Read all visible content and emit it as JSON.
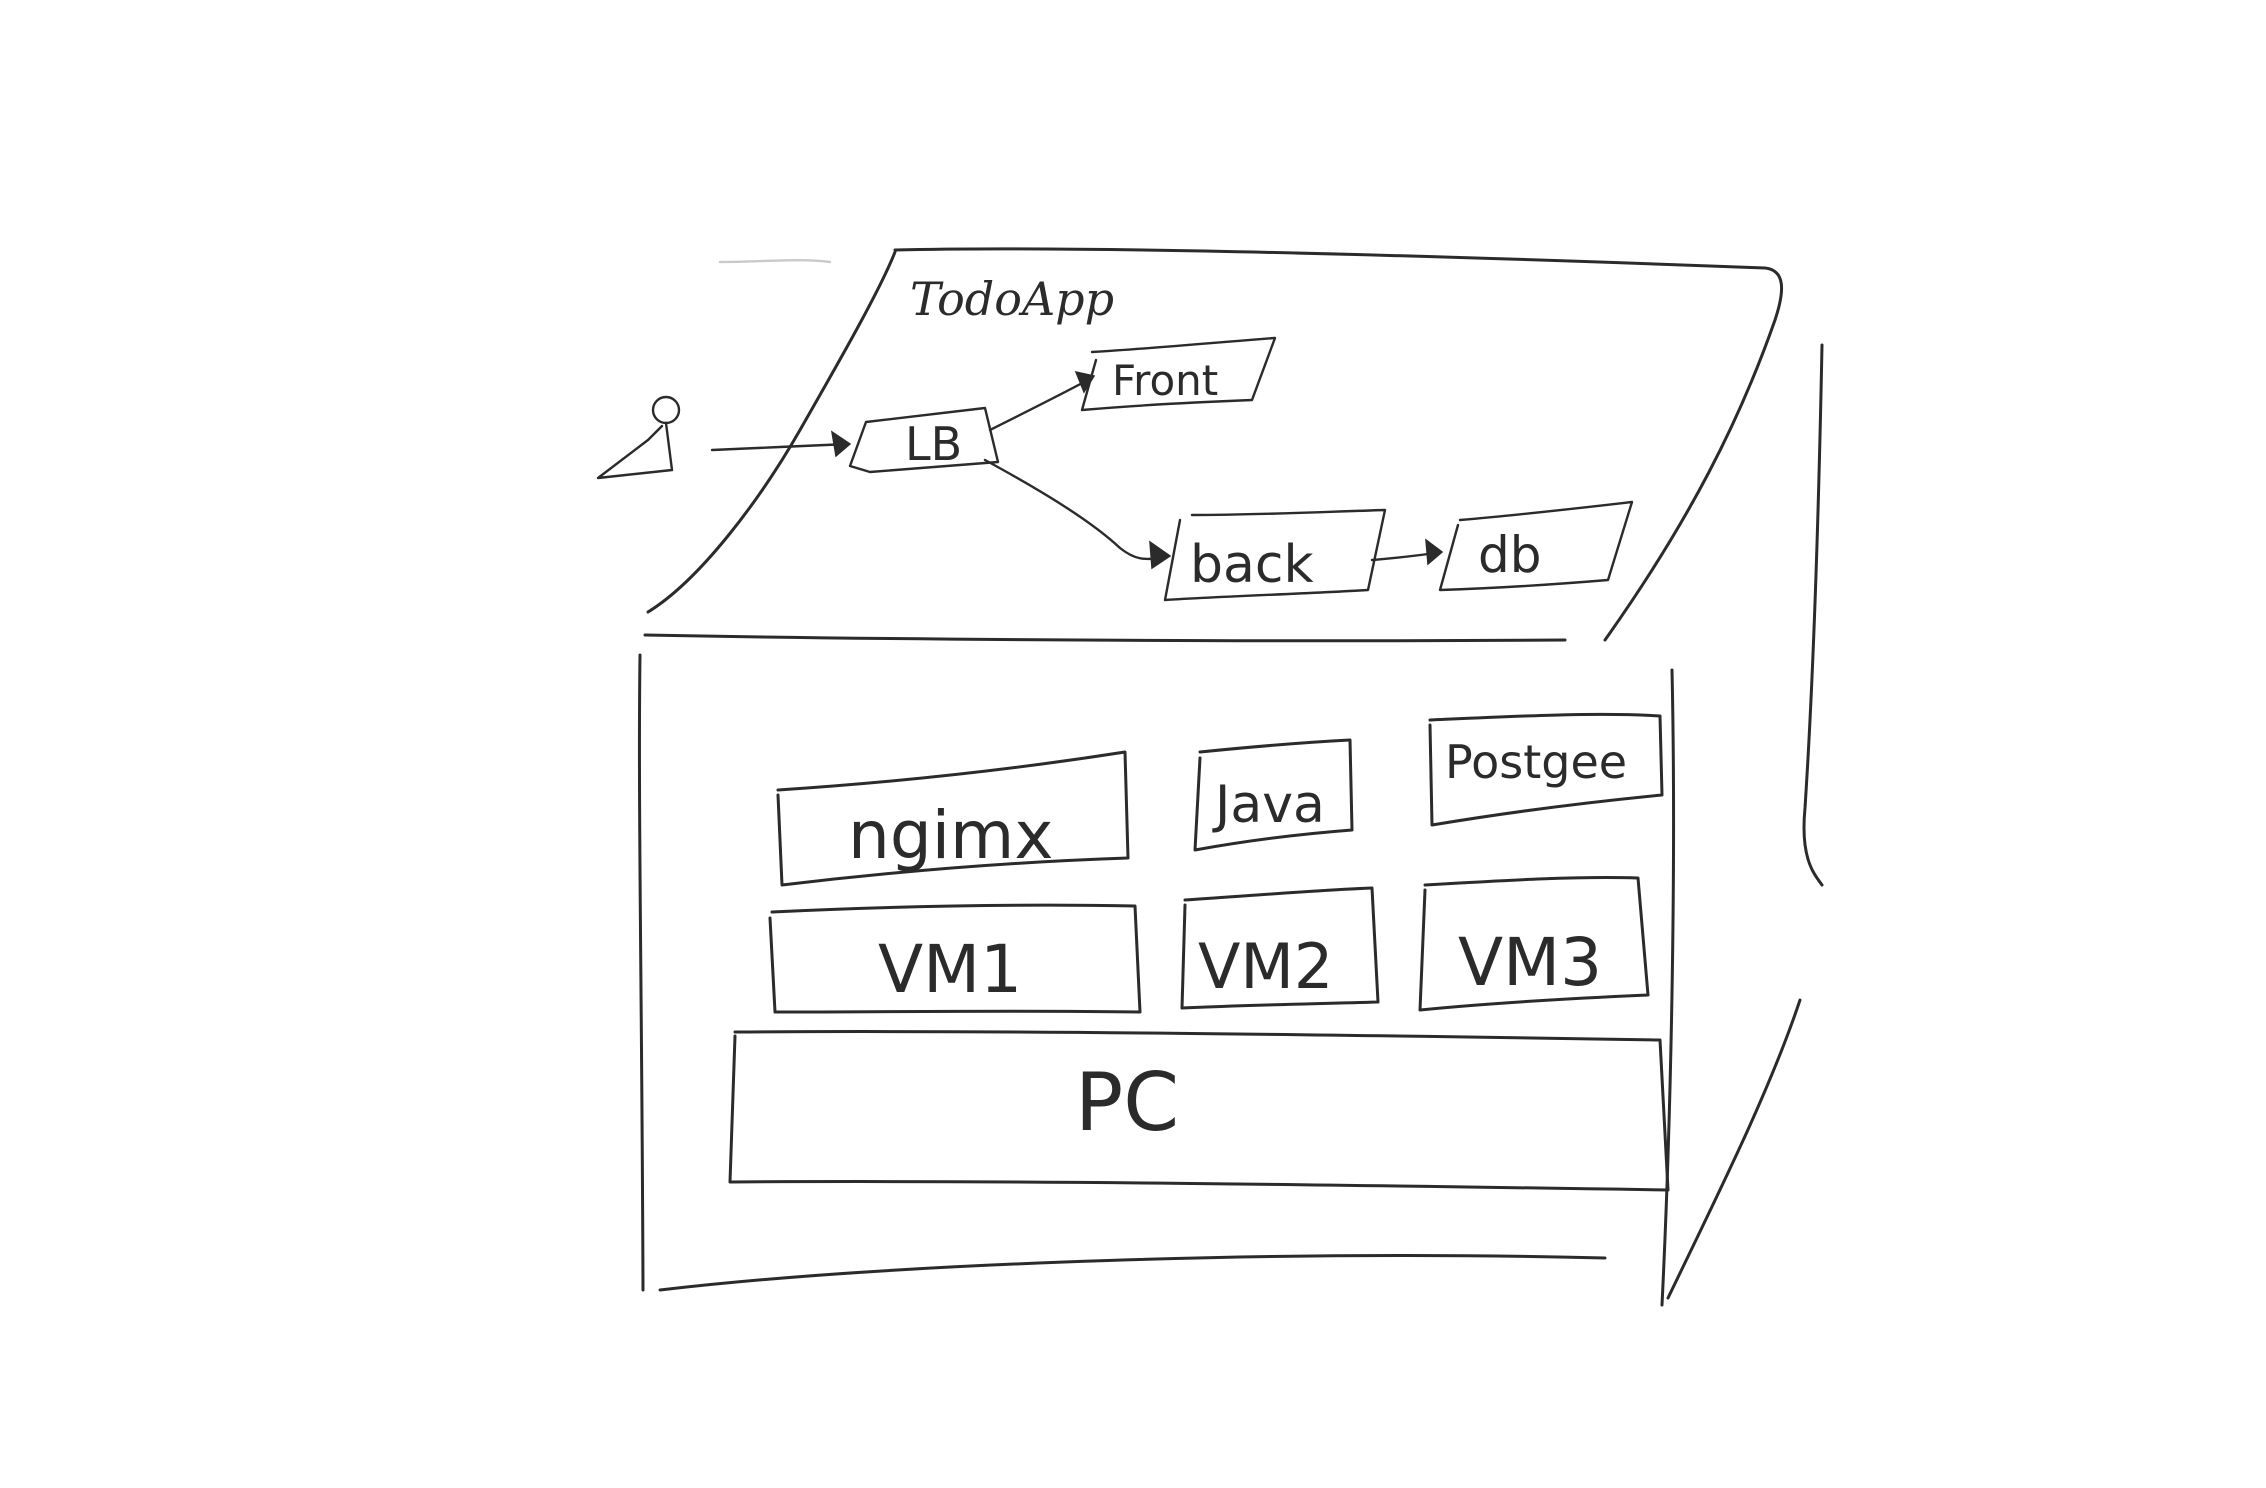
{
  "app_layer": {
    "title": "TodoApp",
    "nodes": {
      "lb": "LB",
      "front": "Front",
      "back": "back",
      "db": "db"
    }
  },
  "software": {
    "nginx": "ngimx",
    "java": "Java",
    "postgres": "Postgee"
  },
  "vms": {
    "vm1": "VM1",
    "vm2": "VM2",
    "vm3": "VM3"
  },
  "host": {
    "pc": "PC"
  },
  "colors": {
    "ink": "#2b2b2b",
    "paper": "#ffffff"
  }
}
